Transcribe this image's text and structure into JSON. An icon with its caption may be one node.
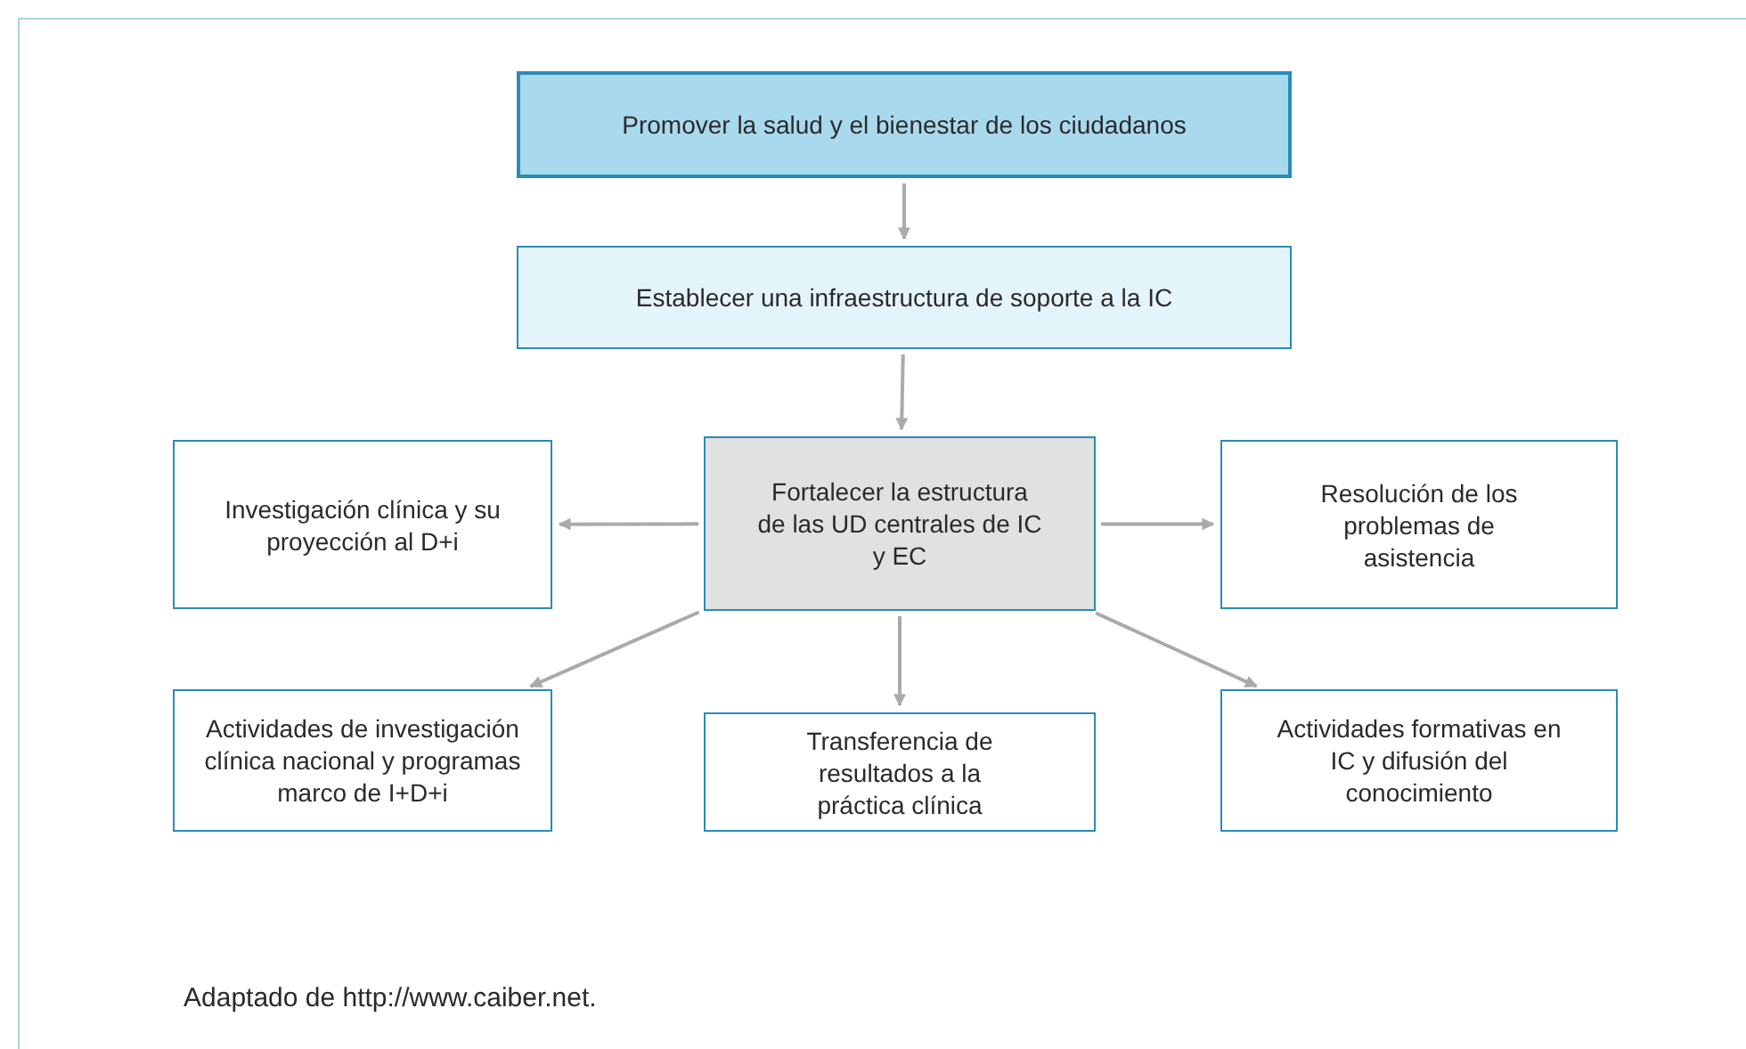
{
  "diagram": {
    "nodes": [
      {
        "text": [
          "Promover la salud y el bienestar de los ciudadanos"
        ]
      },
      {
        "text": [
          "Establecer una infraestructura de soporte a la IC"
        ]
      },
      {
        "text": [
          "Fortalecer la estructura de las UD centrales de IC y EC"
        ]
      },
      {
        "text": [
          "Investigación clínica y su proyección al D+i"
        ]
      },
      {
        "text": [
          "Resolución de los problemas de asistencia"
        ]
      },
      {
        "text": [
          "Actividades de investigación clínica nacional y programas marco de I+D+i"
        ]
      },
      {
        "text": [
          "Transferencia de resultados a la práctica clínica"
        ]
      },
      {
        "text": [
          "Actividades formativas en IC y difusión del conocimiento"
        ]
      }
    ],
    "edges": [
      {
        "from": 0,
        "to": 1,
        "arrow": "to"
      },
      {
        "from": 1,
        "to": 2,
        "arrow": "to"
      },
      {
        "from": 2,
        "to": 3,
        "arrow": "to"
      },
      {
        "from": 2,
        "to": 4,
        "arrow": "to"
      },
      {
        "from": 2,
        "to": 5,
        "arrow": "to"
      },
      {
        "from": 2,
        "to": 6,
        "arrow": "to"
      },
      {
        "from": 2,
        "to": 7,
        "arrow": "to"
      }
    ],
    "caption": "Adaptado de http://www.caiber.net."
  }
}
